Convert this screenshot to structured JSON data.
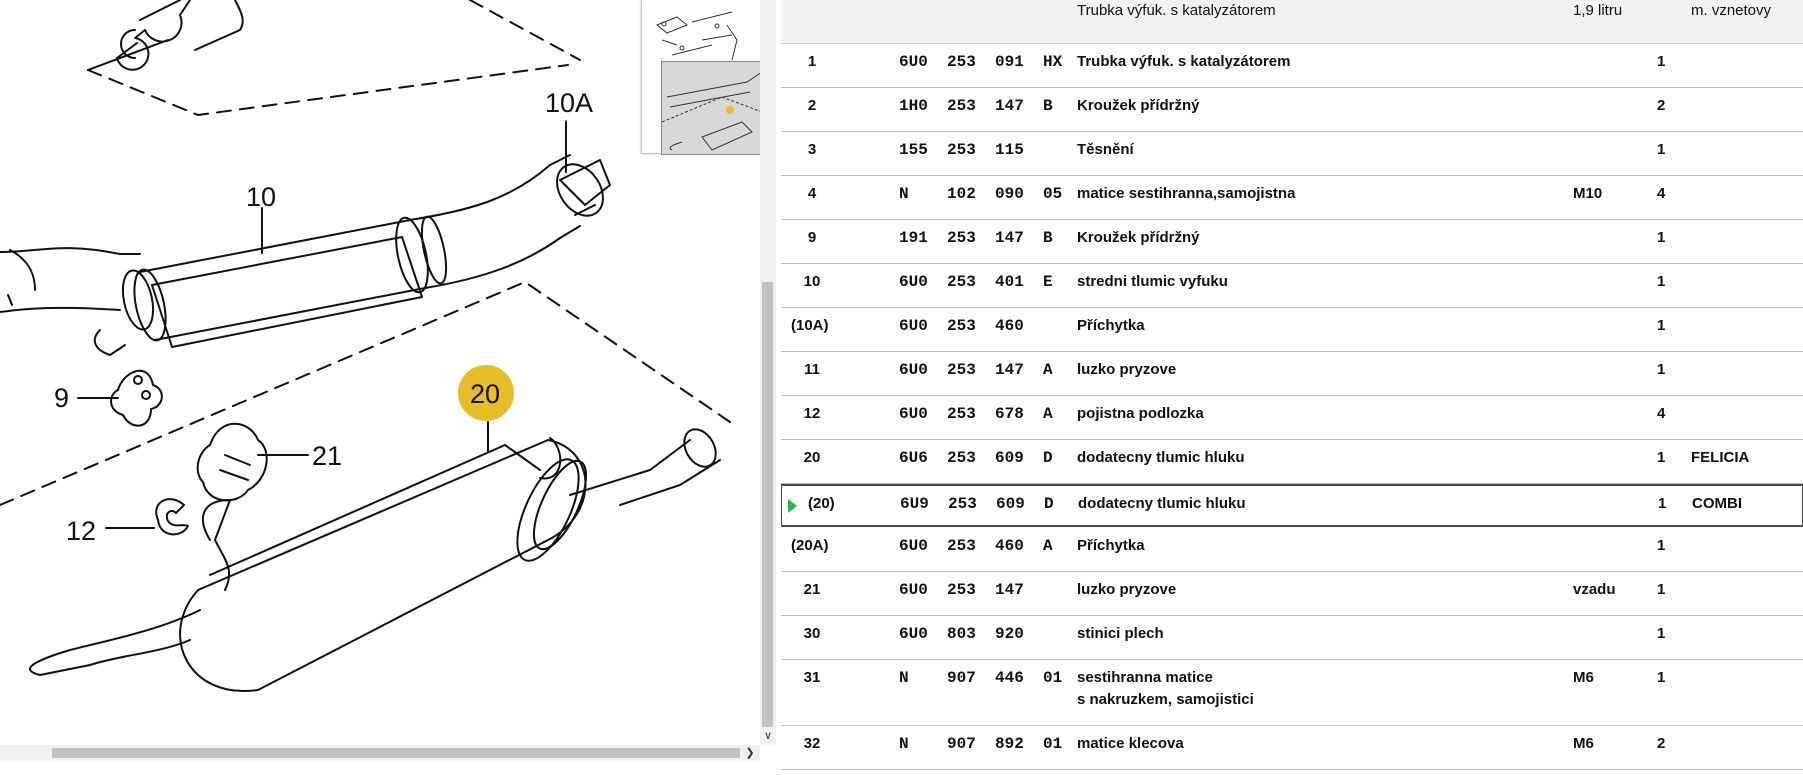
{
  "diagram": {
    "callouts": [
      "10A",
      "10",
      "9",
      "20",
      "21",
      "12"
    ],
    "highlight_color": "#e8bd2a"
  },
  "table": {
    "headers": {
      "description": "Trubka výfuk. s katalyzátorem",
      "engine": "1,9 litru",
      "model": "m. vznetovy"
    },
    "rows": [
      {
        "pos": "1",
        "pn": "6U0  253  091  HX",
        "desc": "Trubka výfuk. s katalyzátorem",
        "note": "",
        "qty": "1",
        "model": ""
      },
      {
        "pos": "2",
        "pn": "1H0  253  147  B",
        "desc": "Kroužek přídržný",
        "note": "",
        "qty": "2",
        "model": ""
      },
      {
        "pos": "3",
        "pn": "155  253  115",
        "desc": "Těsnění",
        "note": "",
        "qty": "1",
        "model": ""
      },
      {
        "pos": "4",
        "pn": "N    102  090  05",
        "desc": "matice sestihranna,samojistna",
        "note": "M10",
        "qty": "4",
        "model": ""
      },
      {
        "pos": "9",
        "pn": "191  253  147  B",
        "desc": "Kroužek přídržný",
        "note": "",
        "qty": "1",
        "model": ""
      },
      {
        "pos": "10",
        "pn": "6U0  253  401  E",
        "desc": "stredni tlumic vyfuku",
        "note": "",
        "qty": "1",
        "model": ""
      },
      {
        "pos": "(10A)",
        "pn": "6U0  253  460",
        "desc": "Příchytka",
        "note": "",
        "qty": "1",
        "model": ""
      },
      {
        "pos": "11",
        "pn": "6U0  253  147  A",
        "desc": "luzko pryzove",
        "note": "",
        "qty": "1",
        "model": ""
      },
      {
        "pos": "12",
        "pn": "6U0  253  678  A",
        "desc": "pojistna podlozka",
        "note": "",
        "qty": "4",
        "model": ""
      },
      {
        "pos": "20",
        "pn": "6U6  253  609  D",
        "desc": "dodatecny tlumic hluku",
        "note": "",
        "qty": "1",
        "model": "FELICIA"
      },
      {
        "pos": "(20)",
        "pn": "6U9  253  609  D",
        "desc": "dodatecny tlumic hluku",
        "note": "",
        "qty": "1",
        "model": "COMBI"
      },
      {
        "pos": "(20A)",
        "pn": "6U0  253  460  A",
        "desc": "Příchytka",
        "note": "",
        "qty": "1",
        "model": ""
      },
      {
        "pos": "21",
        "pn": "6U0  253  147",
        "desc": "luzko pryzove",
        "note": "vzadu",
        "qty": "1",
        "model": ""
      },
      {
        "pos": "30",
        "pn": "6U0  803  920",
        "desc": "stinici plech",
        "note": "",
        "qty": "1",
        "model": ""
      },
      {
        "pos": "31",
        "pn": "N    907  446  01",
        "desc": "sestihranna matice",
        "desc2": "s nakruzkem, samojistici",
        "note": "M6",
        "qty": "1",
        "model": ""
      },
      {
        "pos": "32",
        "pn": "N    907  892  01",
        "desc": "matice klecova",
        "note": "M6",
        "qty": "2",
        "model": ""
      }
    ]
  }
}
